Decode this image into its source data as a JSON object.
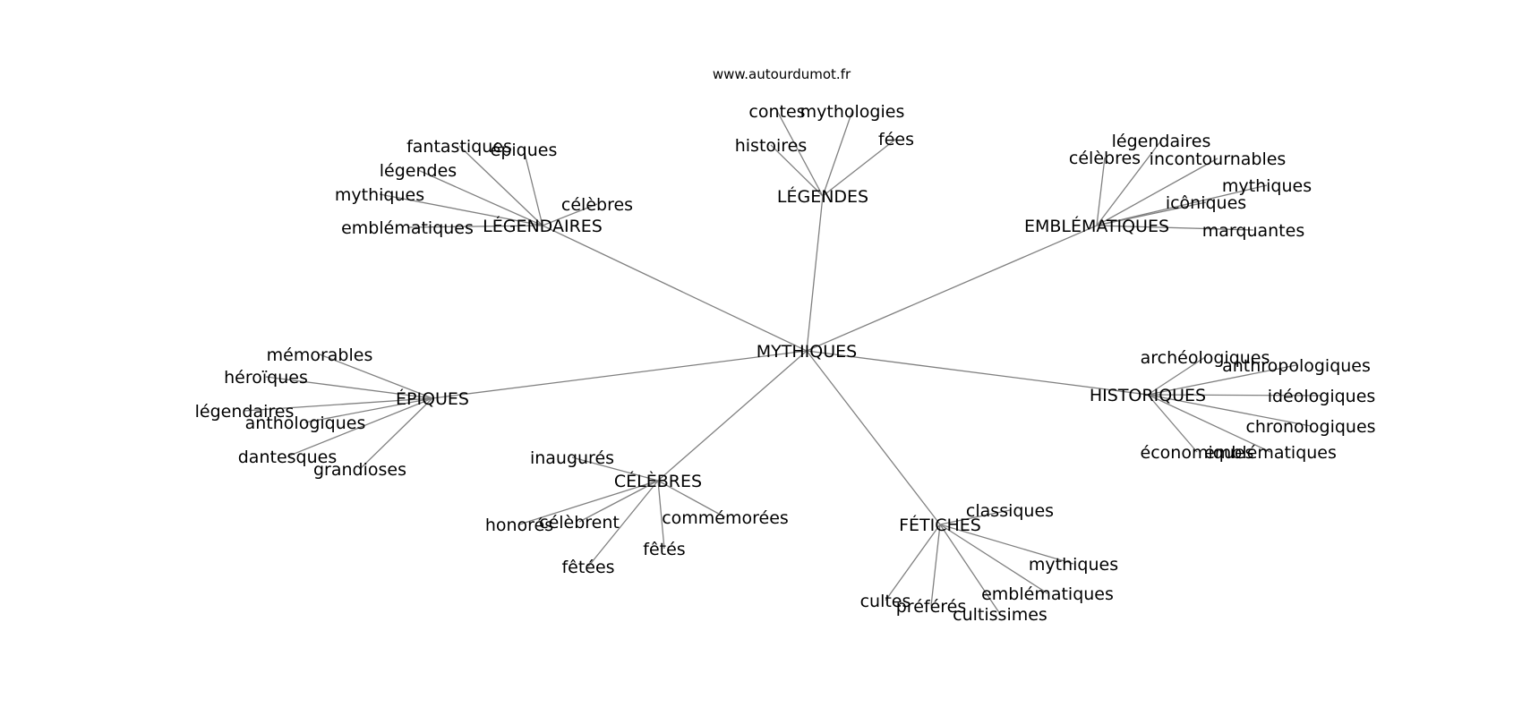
{
  "source": "www.autourdumot.fr",
  "center": "MYTHIQUES",
  "hubs": [
    {
      "label": "LÉGENDAIRES",
      "words": [
        "fantastiques",
        "épiques",
        "légendes",
        "mythiques",
        "emblématiques",
        "célèbres"
      ]
    },
    {
      "label": "LÉGENDES",
      "words": [
        "contes",
        "mythologies",
        "histoires",
        "fées"
      ]
    },
    {
      "label": "EMBLÉMATIQUES",
      "words": [
        "célèbres",
        "légendaires",
        "incontournables",
        "mythiques",
        "icôniques",
        "marquantes"
      ]
    },
    {
      "label": "ÉPIQUES",
      "words": [
        "mémorables",
        "héroïques",
        "légendaires",
        "anthologiques",
        "dantesques",
        "grandioses"
      ]
    },
    {
      "label": "CÉLÈBRES",
      "words": [
        "inaugurés",
        "honorés",
        "célèbrent",
        "commémorées",
        "fêtés",
        "fêtées"
      ]
    },
    {
      "label": "FÉTICHES",
      "words": [
        "classiques",
        "mythiques",
        "emblématiques",
        "cultissimes",
        "préférés",
        "cultes"
      ]
    },
    {
      "label": "HISTORIQUES",
      "words": [
        "archéologiques",
        "anthropologiques",
        "idéologiques",
        "chronologiques",
        "emblématiques",
        "économiques"
      ]
    }
  ]
}
